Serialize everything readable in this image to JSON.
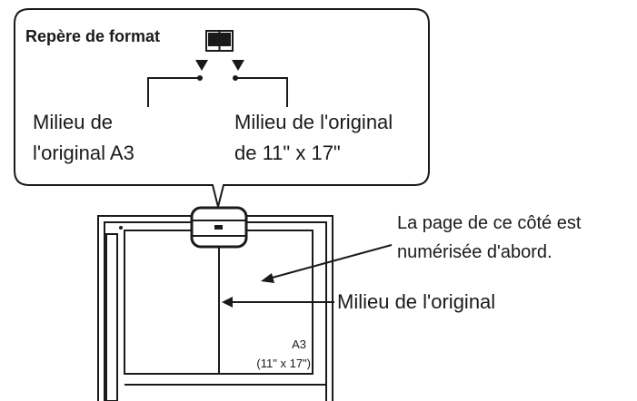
{
  "callout": {
    "title": "Repère de format",
    "icon": "open-book-icon",
    "left_label": {
      "line1": "Milieu de",
      "line2": "l'original A3"
    },
    "right_label": {
      "line1": "Milieu de l'original",
      "line2": "de 11\" x 17\""
    }
  },
  "annotations": {
    "first_side": {
      "line1": "La page de ce côté est",
      "line2": "numérisée d'abord."
    },
    "center_label": "Milieu de l'original"
  },
  "paper": {
    "size_line1": "A3",
    "size_line2": "(11\" x 17\")"
  },
  "colors": {
    "stroke": "#1a1a1a",
    "background": "#ffffff"
  }
}
